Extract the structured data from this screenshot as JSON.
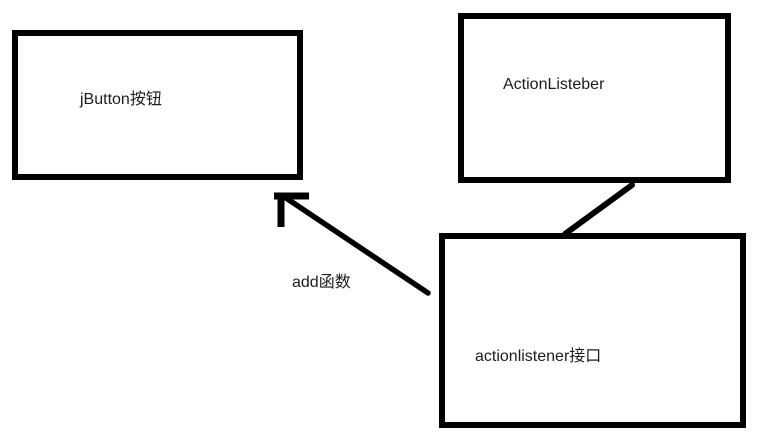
{
  "canvas": {
    "background_color": "#ffffff",
    "stroke_color": "#000000",
    "text_color": "#1c1c1c"
  },
  "diagram": {
    "title": "",
    "nodes": [
      {
        "id": "jbutton",
        "label": "jButton按钮"
      },
      {
        "id": "actionlisteber",
        "label": "ActionListeber"
      },
      {
        "id": "actionlistener-interface",
        "label": "actionlistener接口"
      }
    ],
    "edges": [
      {
        "from": "actionlistener-interface",
        "to": "jbutton",
        "type": "arrow",
        "label": "add函数"
      },
      {
        "from": "actionlisteber",
        "to": "actionlistener-interface",
        "type": "line",
        "label": ""
      }
    ]
  }
}
